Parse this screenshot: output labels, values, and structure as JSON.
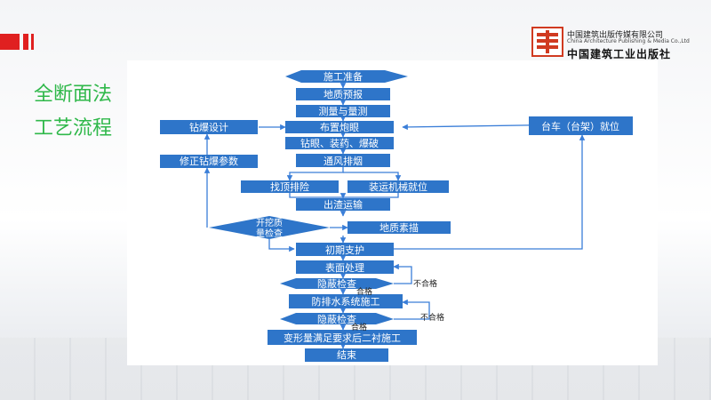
{
  "titles": [
    "全断面法",
    "工艺流程"
  ],
  "publisher": {
    "name_cn": "中国建筑出版传媒有限公司",
    "name_en": "China Architecture Publishing & Media Co.,Ltd",
    "name_cn_calligraphy": "中国建筑工业出版社"
  },
  "flow": {
    "start": "施工准备",
    "step1": "地质预报",
    "step2": "测量与量测",
    "step3": "布置炮眼",
    "step4": "钻眼、装药、爆破",
    "step5": "通风排烟",
    "left_branch": "找顶排险",
    "right_branch": "装运机械就位",
    "step6": "出渣运输",
    "excavation_check": "开挖质量检查",
    "geology_sketch": "地质素描",
    "step7": "初期支护",
    "step8": "表面处理",
    "inspect1": "隐蔽检查",
    "step9": "防排水系统施工",
    "inspect2": "隐蔽检查",
    "step10": "变形量满足要求后二衬施工",
    "end": "结束",
    "drill_design": "钻爆设计",
    "revise_params": "修正钻爆参数",
    "trolley": "台车（台架）就位",
    "pass1": "合格",
    "fail1": "不合格",
    "pass2": "合格",
    "fail2": "不合格"
  },
  "colors": {
    "box": "#2e75c9",
    "line": "#3a7ed8",
    "title": "#2fb84a",
    "accent": "#e02020"
  }
}
